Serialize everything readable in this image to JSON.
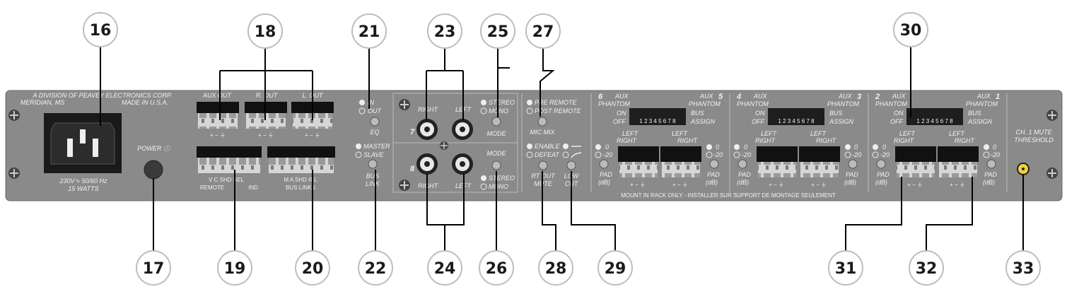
{
  "callouts": {
    "c16": "16",
    "c17": "17",
    "c18": "18",
    "c19": "19",
    "c20": "20",
    "c21": "21",
    "c22": "22",
    "c23": "23",
    "c24": "24",
    "c25": "25",
    "c26": "26",
    "c27": "27",
    "c28": "28",
    "c29": "29",
    "c30": "30",
    "c31": "31",
    "c32": "32",
    "c33": "33"
  },
  "panel": {
    "division_line1": "A DIVISION OF PEAVEY ELECTRONICS CORP.",
    "division_line2": "MERIDIAN, MS",
    "made_in": "MADE IN U.S.A.",
    "power_rating_line1": "230V∿ 50/60 Hz",
    "power_rating_line2": "15 WATTS",
    "power_label": "POWER ⓘ",
    "aux_out": "AUX OUT",
    "r_out": "R. OUT",
    "l_out": "L. OUT",
    "polarity": "+  −  ⏚",
    "remote_pins": "V   C  SHD  SEL",
    "remote": "REMOTE",
    "ind": "IND",
    "bus_pins": "M   A   SHD  R    L",
    "bus_links": "BUS LINKS",
    "eq_in": "IN",
    "eq_out": "OUT",
    "eq": "EQ",
    "master": "MASTER",
    "slave": "SLAVE",
    "bus_link_1": "BUS",
    "bus_link_2": "LINK",
    "right": "RIGHT",
    "left": "LEFT",
    "ch7": "7",
    "ch8": "8",
    "stereo": "STEREO",
    "mono": "MONO",
    "mode": "MODE",
    "pre_remote": "PRE REMOTE",
    "post_remote": "POST REMOTE",
    "mic_mix": "MIC MIX",
    "enable": "ENABLE",
    "defeat": "DEFEAT",
    "rt_out_1": "RT OUT",
    "rt_out_2": "MUTE",
    "low_cut_1": "LOW",
    "low_cut_2": "CUT",
    "ch_nums": [
      "6",
      "5",
      "4",
      "3",
      "2",
      "1"
    ],
    "aux": "AUX",
    "phantom": "PHANTOM",
    "on": "ON",
    "off": "OFF",
    "dip_nums": "1 2 3 4 5 6 7 8",
    "bus_assign_1": "BUS",
    "bus_assign_2": "ASSIGN",
    "left_short": "LEFT",
    "right_short": "RIGHT",
    "pad_0": "0",
    "pad_20": "-20",
    "pad": "PAD",
    "db": "(dB)",
    "mount_notice": "MOUNT IN RACK ONLY - INSTALLER SUR SUPPORT DE MONTAGE SEULEMENT",
    "ch1_mute_1": "CH. 1 MUTE",
    "ch1_mute_2": "THRESHOLD"
  },
  "colors": {
    "panel": "#8a8a8a",
    "panel_dark": "#5a5a5a",
    "label_text": "#f2f2f2",
    "callout_fill": "#ffffff",
    "callout_stroke": "#bdbdbd",
    "leader": "#000000",
    "pot": "#f0d040"
  }
}
